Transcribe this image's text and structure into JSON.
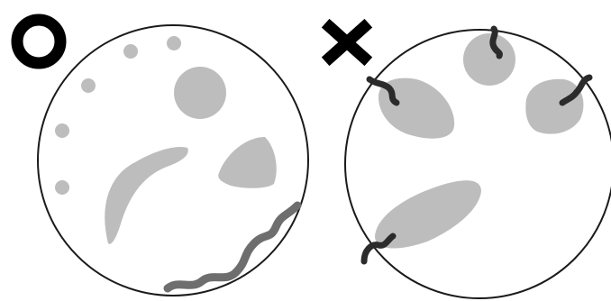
{
  "panels": [
    {
      "marker": "circle-mark",
      "meaning": "correct",
      "mark_color": "#000000",
      "shape_fill": "#bdbdbd",
      "strand_color": "#6e6e6e"
    },
    {
      "marker": "cross-mark",
      "meaning": "incorrect",
      "mark_color": "#000000",
      "shape_fill": "#bdbdbd",
      "strand_color": "#2b2b2b"
    }
  ],
  "colors": {
    "background": "#ffffff",
    "outline": "#1a1a1a"
  }
}
